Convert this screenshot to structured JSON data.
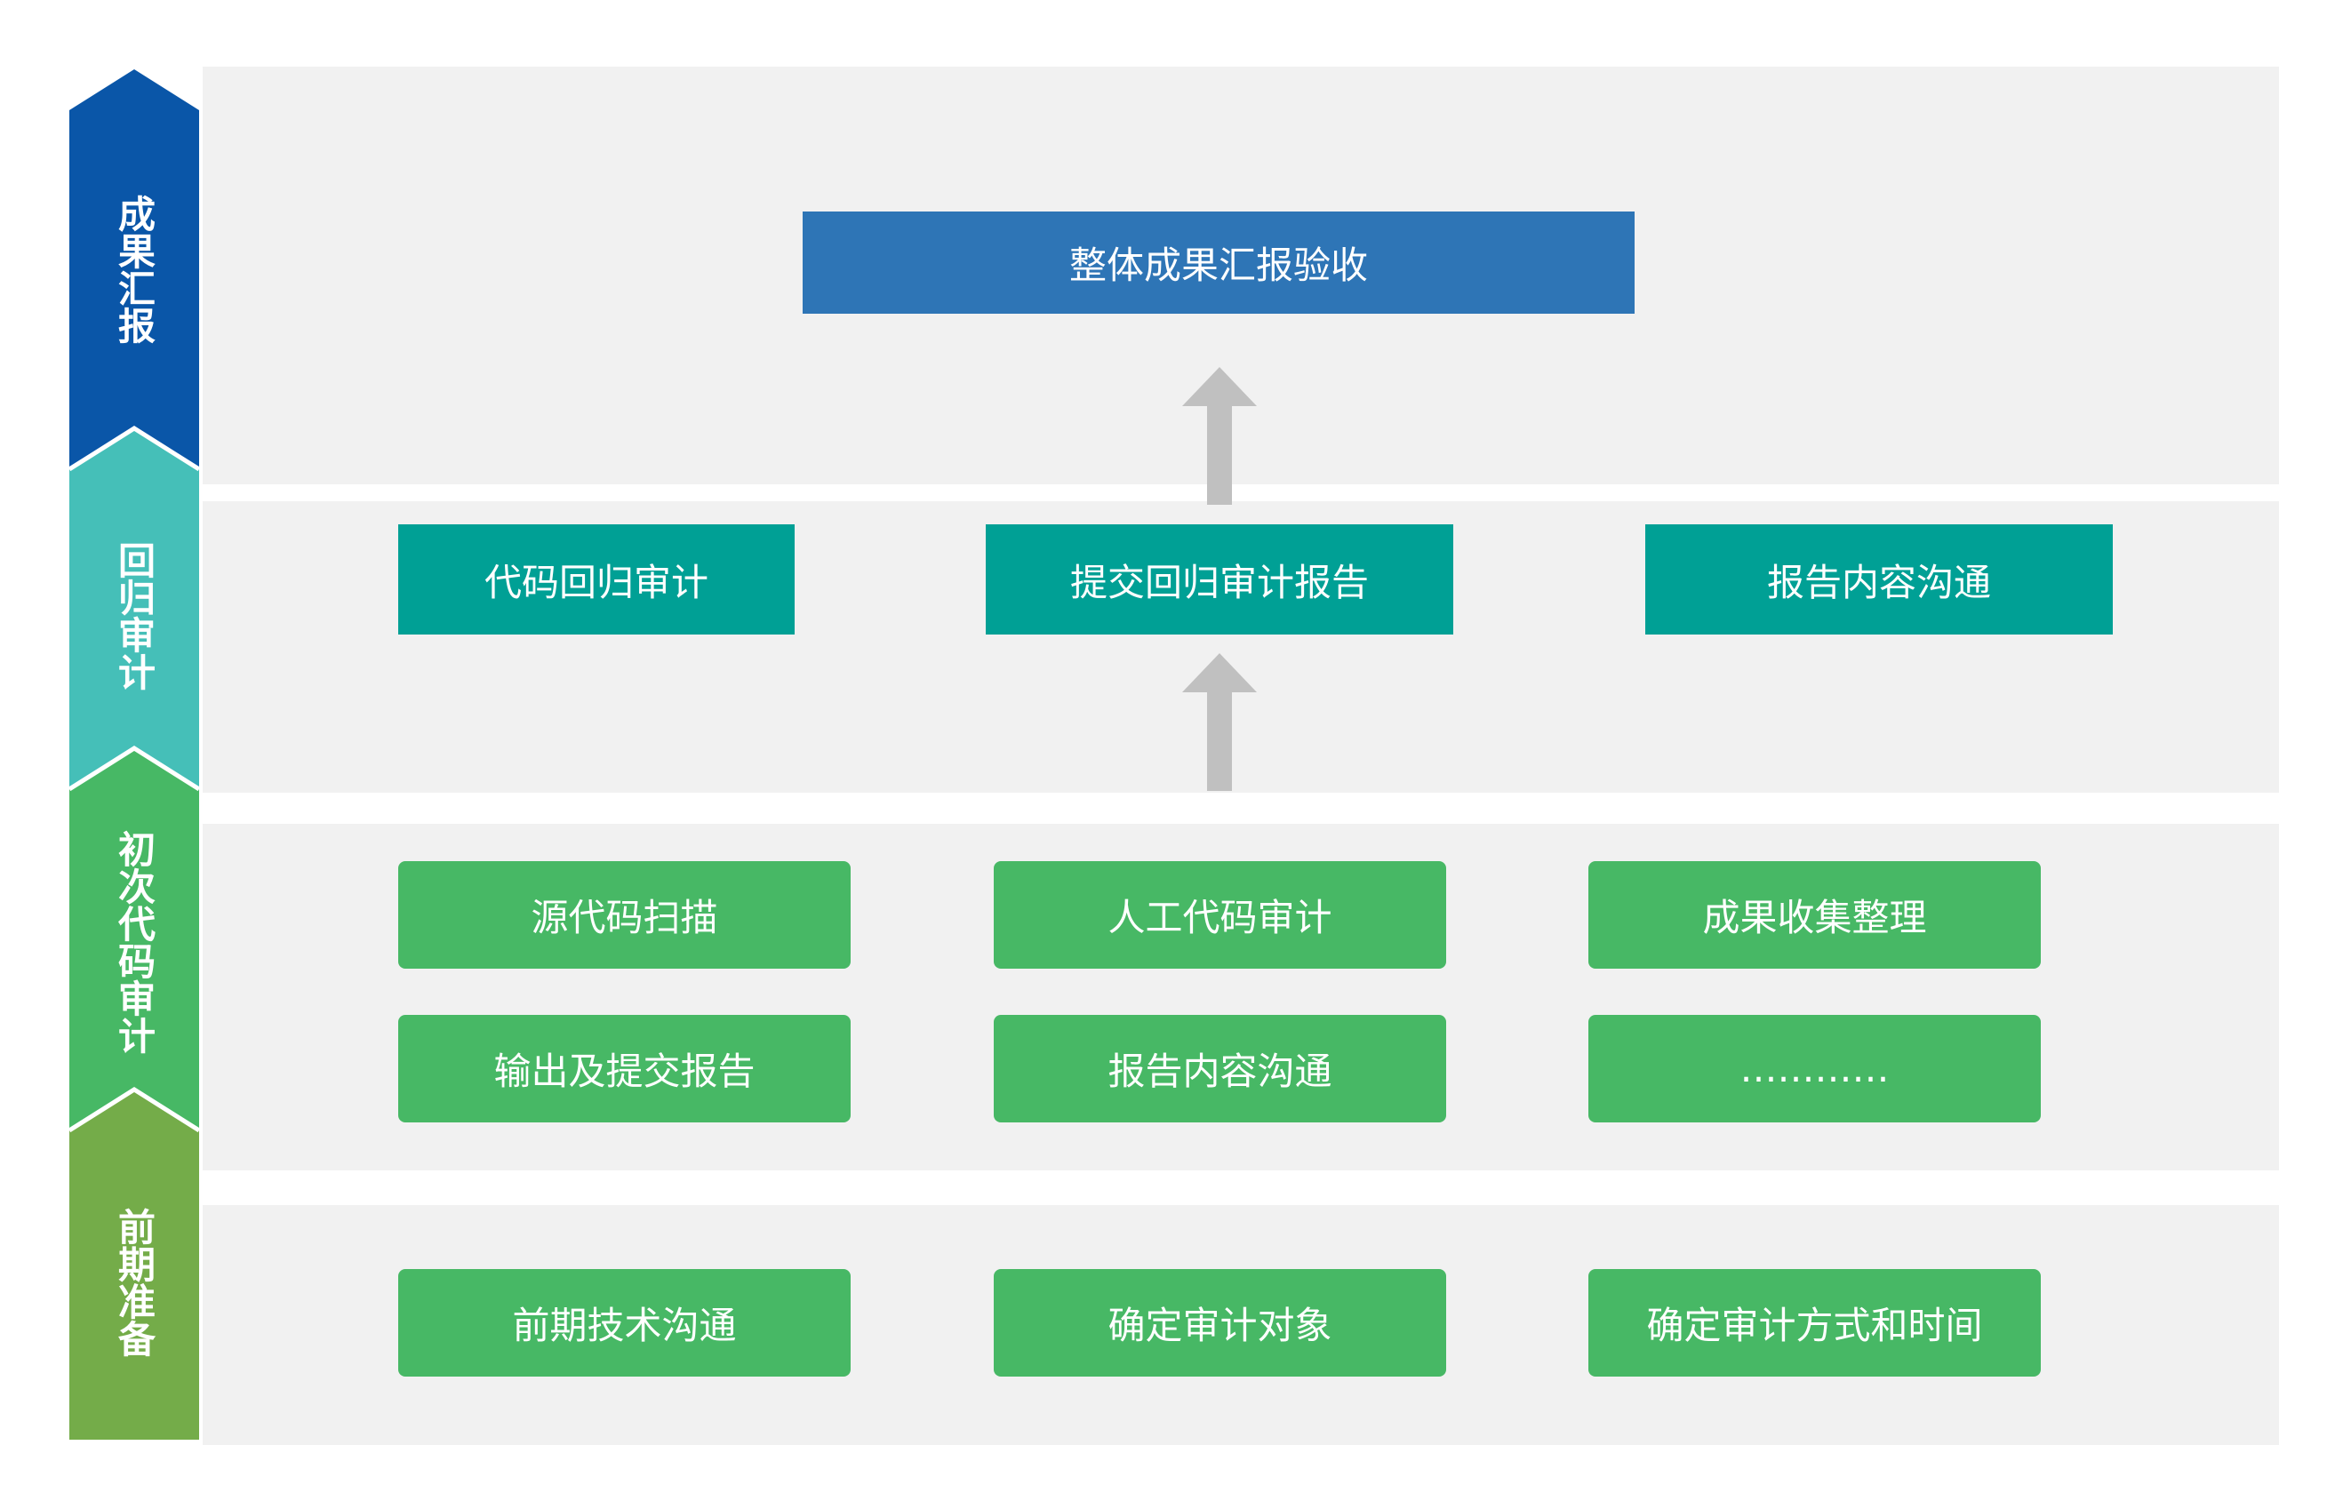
{
  "colors": {
    "band_bg": "#f1f1f1",
    "stage_report": "#0a56a8",
    "stage_regression": "#45bfb8",
    "stage_initial": "#47b865",
    "stage_prep": "#74ac49",
    "box_blue": "#2e75b6",
    "box_teal": "#00a095",
    "box_green": "#47b865",
    "arrow": "#c0c0c0"
  },
  "stages": [
    {
      "id": "report",
      "label": "成果汇报"
    },
    {
      "id": "regression",
      "label": "回归审计"
    },
    {
      "id": "initial",
      "label": "初次代码审计"
    },
    {
      "id": "prep",
      "label": "前期准备"
    }
  ],
  "result": {
    "final_box": "整体成果汇报验收"
  },
  "regression": {
    "boxes": [
      "代码回归审计",
      "提交回归审计报告",
      "报告内容沟通"
    ]
  },
  "initial": {
    "row1": [
      "源代码扫描",
      "人工代码审计",
      "成果收集整理"
    ],
    "row2": [
      "输出及提交报告",
      "报告内容沟通",
      "…………"
    ]
  },
  "prep": {
    "boxes": [
      "前期技术沟通",
      "确定审计对象",
      "确定审计方式和时间"
    ]
  },
  "icons": {
    "up_arrow": "up-arrow-icon"
  }
}
